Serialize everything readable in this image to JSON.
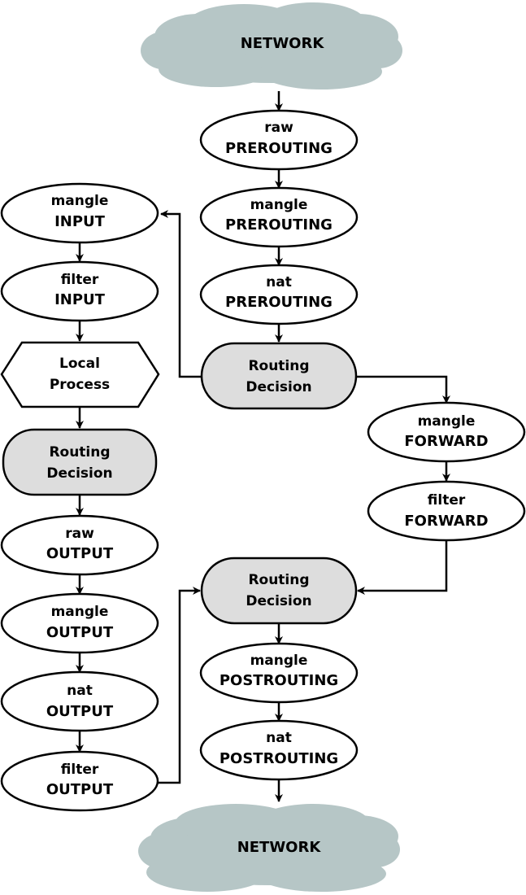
{
  "diagram": {
    "network_top": "NETWORK",
    "network_bottom": "NETWORK",
    "nodes": {
      "raw_prerouting": {
        "line1": "raw",
        "line2": "PREROUTING"
      },
      "mangle_prerouting": {
        "line1": "mangle",
        "line2": "PREROUTING"
      },
      "nat_prerouting": {
        "line1": "nat",
        "line2": "PREROUTING"
      },
      "routing_decision_1": {
        "line1": "Routing",
        "line2": "Decision"
      },
      "mangle_input": {
        "line1": "mangle",
        "line2": "INPUT"
      },
      "filter_input": {
        "line1": "filter",
        "line2": "INPUT"
      },
      "local_process": {
        "line1": "Local",
        "line2": "Process"
      },
      "routing_decision_2": {
        "line1": "Routing",
        "line2": "Decision"
      },
      "raw_output": {
        "line1": "raw",
        "line2": "OUTPUT"
      },
      "mangle_output": {
        "line1": "mangle",
        "line2": "OUTPUT"
      },
      "nat_output": {
        "line1": "nat",
        "line2": "OUTPUT"
      },
      "filter_output": {
        "line1": "filter",
        "line2": "OUTPUT"
      },
      "mangle_forward": {
        "line1": "mangle",
        "line2": "FORWARD"
      },
      "filter_forward": {
        "line1": "filter",
        "line2": "FORWARD"
      },
      "routing_decision_3": {
        "line1": "Routing",
        "line2": "Decision"
      },
      "mangle_postrouting": {
        "line1": "mangle",
        "line2": "POSTROUTING"
      },
      "nat_postrouting": {
        "line1": "nat",
        "line2": "POSTROUTING"
      }
    },
    "colors": {
      "cloud": "#b6c6c6",
      "routing_fill": "#dddddd",
      "node_fill": "#ffffff",
      "stroke": "#000000"
    }
  }
}
